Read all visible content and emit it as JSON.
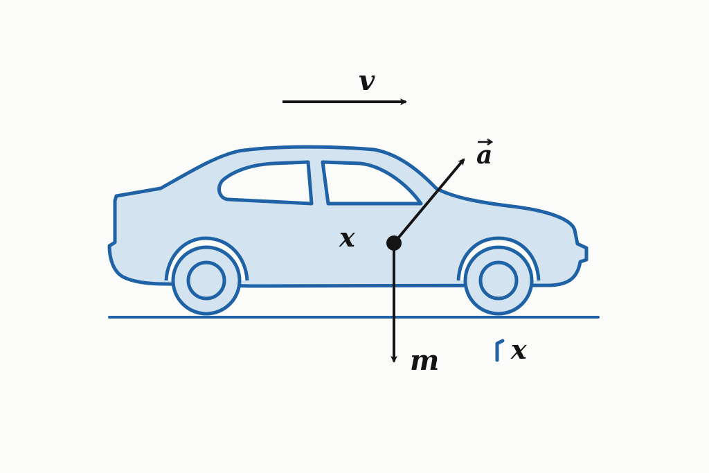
{
  "labels": {
    "velocity": "v",
    "acceleration": "a",
    "position": "x",
    "mass": "m",
    "axis": "x"
  },
  "colors": {
    "background": "#fbfbf9",
    "car_outline": "#1f62a6",
    "car_fill": "#d3e3f0",
    "ground": "#1f62a6",
    "arrows": "#141414",
    "axis_marker": "#1f62a6"
  }
}
